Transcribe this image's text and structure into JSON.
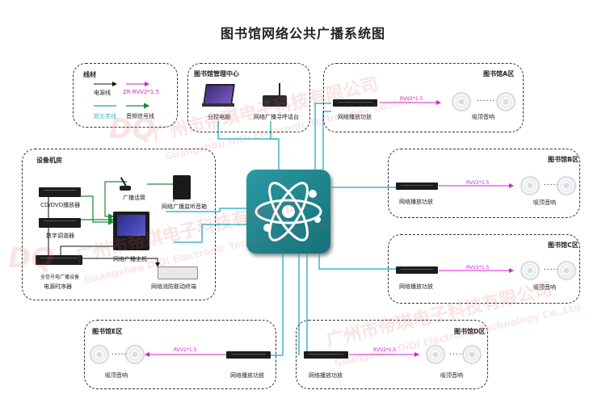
{
  "title": "图书馆网络公共广播系统图",
  "legend": {
    "title": "线材",
    "power": "电源线",
    "rvv": "ZR-RVV2*1.5",
    "cat5": "超五类线",
    "audio": "音频信号线"
  },
  "mgmt": {
    "title": "图书馆管理中心",
    "pc": "分控电脑",
    "paging": "网络广播寻呼话台"
  },
  "room": {
    "title": "设备机房",
    "dvd": "CD/DVD播放器",
    "mic": "广播话筒",
    "monitor": "网络广播监听音箱",
    "tuner": "数字调谐器",
    "host": "网络广播主机",
    "sequencer": "电源时序器",
    "seq_sub": "全信号电广播设备",
    "fire": "网络消防联动终端"
  },
  "zones": {
    "a": {
      "title": "图书馆A区",
      "amp": "网络播放功放",
      "cable": "RVV2*1.5",
      "spk": "吸顶音响"
    },
    "b": {
      "title": "图书馆B区",
      "amp": "网络播放功放",
      "cable": "RVV2*1.5",
      "spk": "吸顶音响"
    },
    "c": {
      "title": "图书馆C区",
      "amp": "网络播放功放",
      "cable": "RVV2*1.5",
      "spk": "吸顶音响"
    },
    "d": {
      "title": "图书馆D区",
      "amp": "网络播放功放",
      "cable": "RVV2*1.5",
      "spk": "吸顶音响"
    },
    "e": {
      "title": "图书馆E区",
      "amp": "网络播放功放",
      "cable": "RVV2*1.5",
      "spk": "吸顶音响"
    }
  },
  "dots": "......",
  "watermark": {
    "cn": "广州市帝琪电子科技有限公司",
    "en": "Guangzhou DiQi Electronic Technology Co.,Ltd",
    "logo": "DQ"
  },
  "colors": {
    "power": "#111111",
    "rvv": "#d61fd6",
    "cat5": "#3bb9c9",
    "audio": "#1e8a3a"
  }
}
